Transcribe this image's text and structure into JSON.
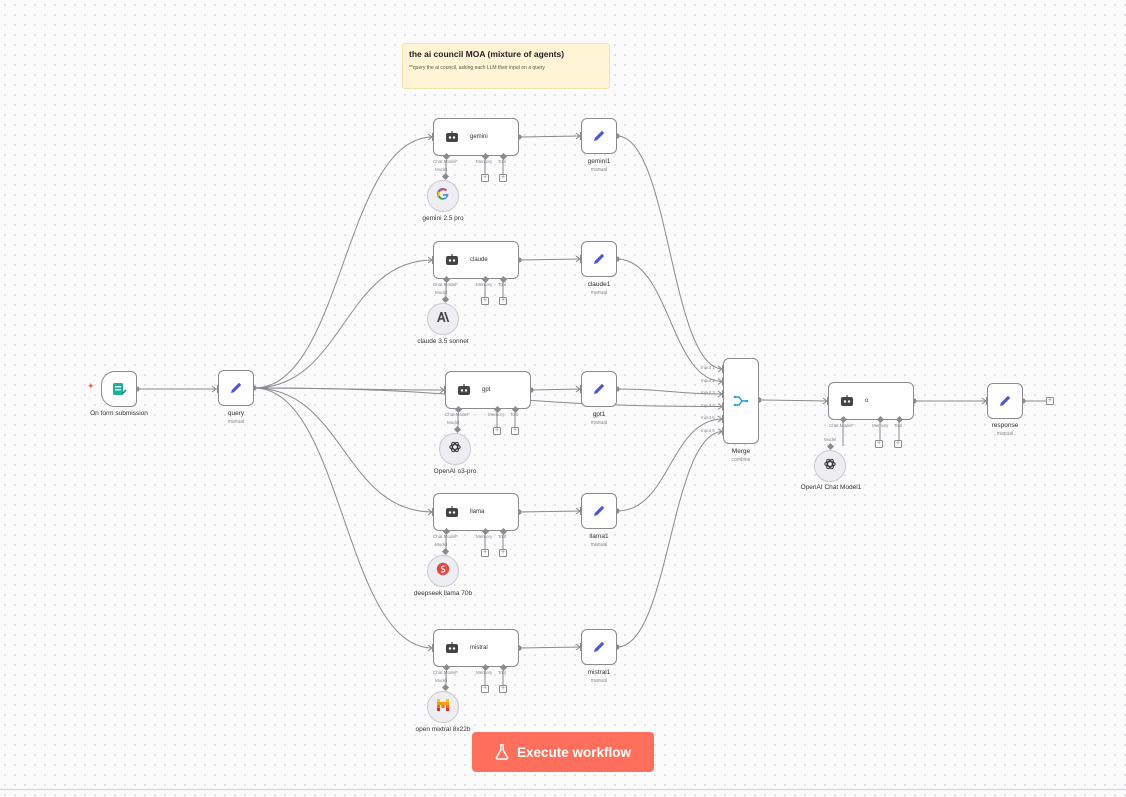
{
  "sticky_note": {
    "title": "the ai council MOA (mixture of agents)",
    "body": "**query the ai council, asking each LLM their input on a query"
  },
  "trigger": {
    "label": "On form submission",
    "icon": "form-icon",
    "color": "#19b29b"
  },
  "query": {
    "label": "query",
    "sublabel": "manual",
    "icon": "pencil-icon"
  },
  "ports": {
    "chat_model": "Chat Model*",
    "memory": "Memory",
    "tool": "Tool",
    "model": "Model",
    "plus": "+"
  },
  "agents": [
    {
      "name": "gemini",
      "model_label": "gemini 2.5 pro",
      "model_icon": "google-icon",
      "edit_name": "gemini1",
      "edit_sub": "manual"
    },
    {
      "name": "claude",
      "model_label": "claude 3.5 sonnet",
      "model_icon": "anthropic-icon",
      "edit_name": "claude1",
      "edit_sub": "manual"
    },
    {
      "name": "gpt",
      "model_label": "OpenAI o3-pro",
      "model_icon": "openai-icon",
      "edit_name": "gpt1",
      "edit_sub": "manual"
    },
    {
      "name": "llama",
      "model_label": "deepseek llama 70b",
      "model_icon": "deepseek-icon",
      "edit_name": "llama1",
      "edit_sub": "manual"
    },
    {
      "name": "mistral",
      "model_label": "open mixtral 8x22b",
      "model_icon": "mistral-icon",
      "edit_name": "mistral1",
      "edit_sub": "manual"
    }
  ],
  "merge": {
    "label": "Merge",
    "sublabel": "combine",
    "inputs": [
      "Input 1",
      "Input 2",
      "Input 3",
      "Input 4",
      "Input 5",
      "Input 6"
    ],
    "icon": "merge-icon",
    "color": "#1aa3c7"
  },
  "final_agent": {
    "name": "o",
    "model_label": "OpenAI Chat Model1",
    "model_icon": "openai-icon"
  },
  "response": {
    "label": "response",
    "sublabel": "manual",
    "icon": "pencil-icon"
  },
  "execute_button": {
    "label": "Execute workflow",
    "icon": "flask-icon",
    "color": "#ff6f5c"
  },
  "colors": {
    "accent_blue": "#4a55e0",
    "edge": "#8a8a8f"
  }
}
